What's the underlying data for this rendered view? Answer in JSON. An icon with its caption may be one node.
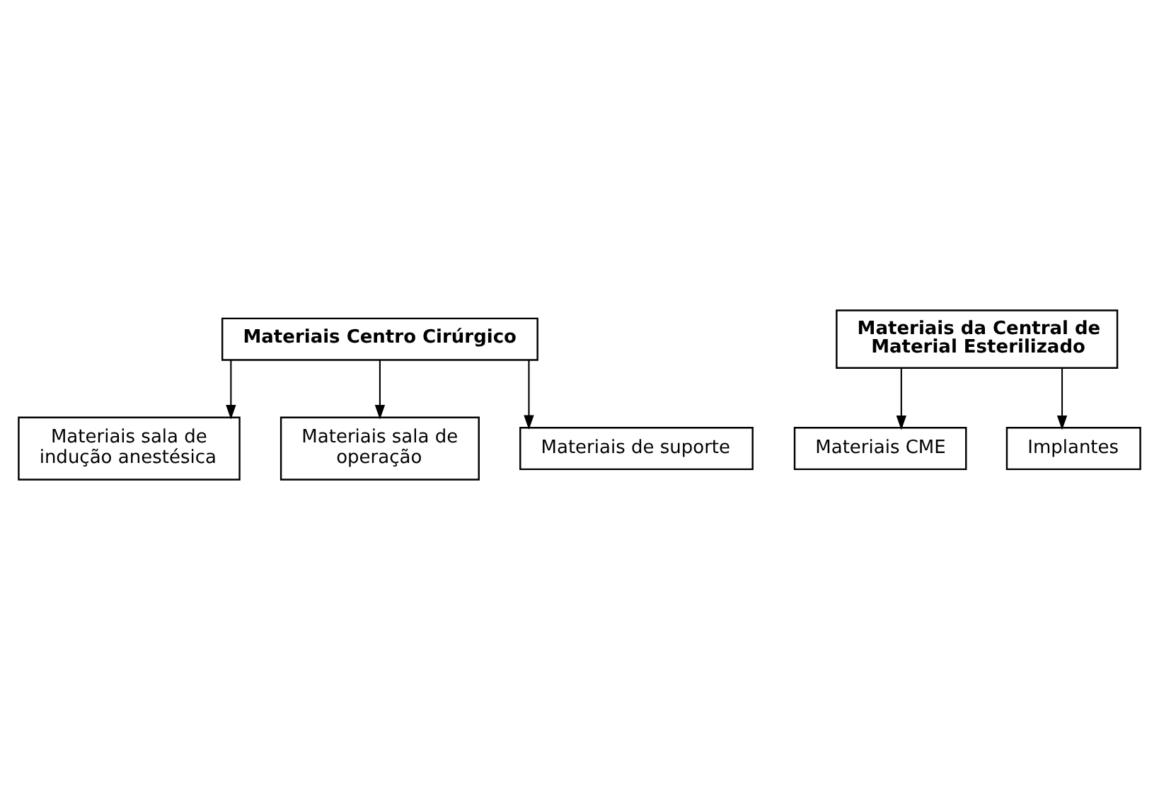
{
  "diagram": {
    "nodes": [
      {
        "text": [
          "Materiais Centro Cirúrgico"
        ]
      },
      {
        "text": [
          "Materiais sala de indução anestésica"
        ]
      },
      {
        "text": [
          "Materiais sala de operação"
        ]
      },
      {
        "text": [
          "Materiais de suporte"
        ]
      },
      {
        "text": [
          "Materiais da Central de Material Esterilizado"
        ]
      },
      {
        "text": [
          "Materiais CME"
        ]
      },
      {
        "text": [
          "Implantes"
        ]
      }
    ],
    "edges": [
      {
        "from": 0,
        "to": 1,
        "arrow": "to"
      },
      {
        "from": 0,
        "to": 2,
        "arrow": "to"
      },
      {
        "from": 0,
        "to": 3,
        "arrow": "to"
      },
      {
        "from": 4,
        "to": 5,
        "arrow": "to"
      },
      {
        "from": 4,
        "to": 6,
        "arrow": "to"
      }
    ]
  }
}
